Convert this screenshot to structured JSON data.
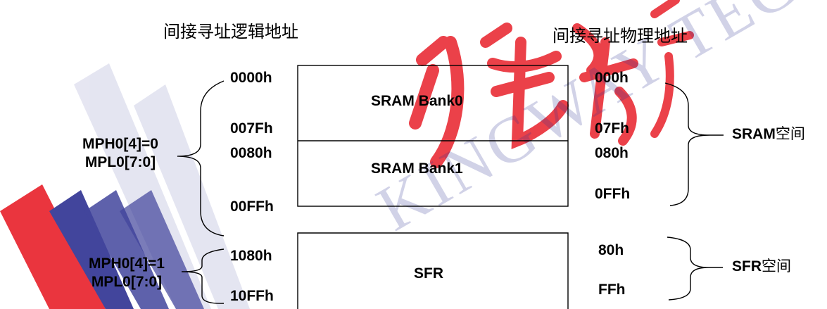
{
  "titles": {
    "logical": "间接寻址逻辑地址",
    "physical": "间接寻址物理地址"
  },
  "logical_addresses": {
    "a0000": "0000h",
    "a007f": "007Fh",
    "a0080": "0080h",
    "a00ff": "00FFh",
    "a1080": "1080h",
    "a10ff": "10FFh"
  },
  "physical_addresses": {
    "p000": "000h",
    "p07f": "07Fh",
    "p080": "080h",
    "p0ff": "0FFh",
    "p80": "80h",
    "pff": "FFh"
  },
  "blocks": {
    "bank0": "SRAM Bank0",
    "bank1": "SRAM Bank1",
    "sfr": "SFR"
  },
  "conditions": {
    "sram_mph": "MPH0[4]=0",
    "sram_mpl": "MPL0[7:0]",
    "sfr_mph": "MPH0[4]=1",
    "sfr_mpl": "MPL0[7:0]"
  },
  "spaces": {
    "sram_prefix": "SRAM",
    "sram_suffix": "空间",
    "sfr_prefix": "SFR",
    "sfr_suffix": "空间"
  },
  "watermark": {
    "text": "KINGWAY TECH",
    "colors": {
      "red": "#e8202a",
      "blue": "#2e3192"
    }
  }
}
